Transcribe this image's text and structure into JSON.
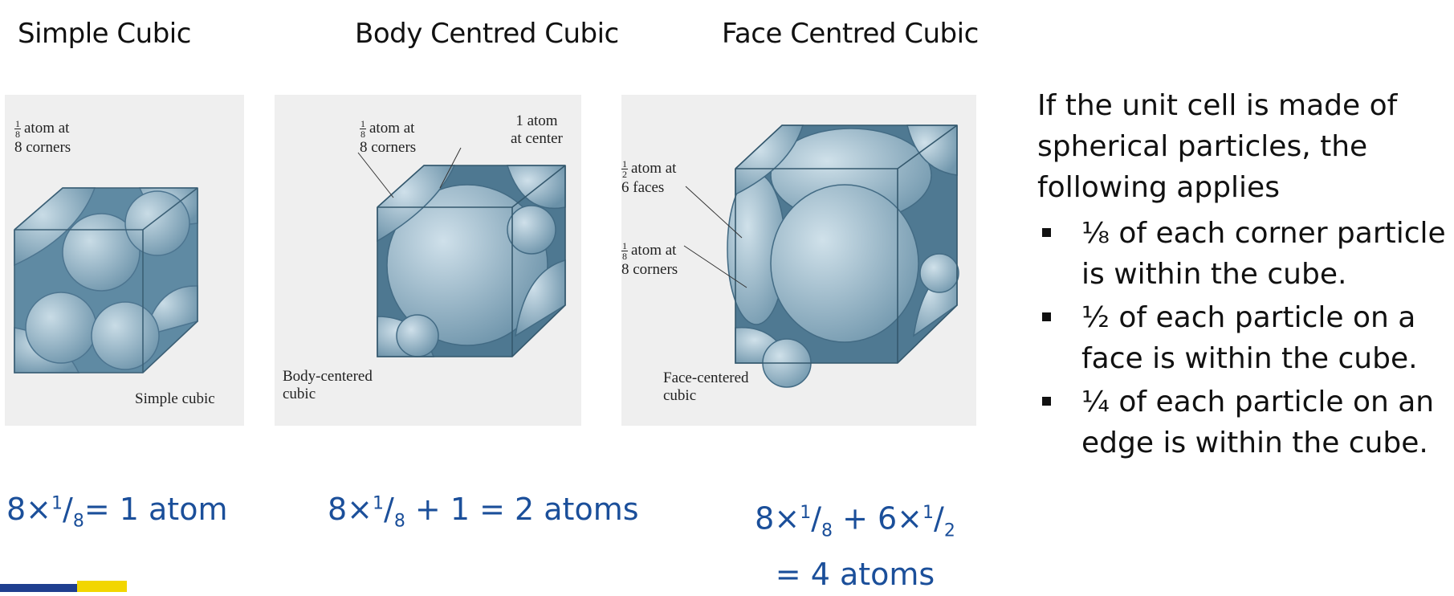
{
  "titles": {
    "simple": "Simple Cubic",
    "bcc": "Body Centred Cubic",
    "fcc": "Face Centred Cubic"
  },
  "figures": {
    "simple": {
      "corner_frac_num": "1",
      "corner_frac_den": "8",
      "corner_line1": "atom at",
      "corner_line2": "8 corners",
      "name": "Simple cubic"
    },
    "bcc": {
      "corner_frac_num": "1",
      "corner_frac_den": "8",
      "corner_line1": "atom at",
      "corner_line2": "8 corners",
      "center_line1": "1 atom",
      "center_line2": "at center",
      "name_line1": "Body-centered",
      "name_line2": "cubic"
    },
    "fcc": {
      "face_frac_num": "1",
      "face_frac_den": "2",
      "face_line1": "atom at",
      "face_line2": "6 faces",
      "corner_frac_num": "1",
      "corner_frac_den": "8",
      "corner_line1": "atom at",
      "corner_line2": "8 corners",
      "name_line1": "Face-centered",
      "name_line2": "cubic"
    }
  },
  "formulas": {
    "simple": {
      "a": "8×",
      "sup": "1",
      "slash": "/",
      "sub": "8",
      "rest": "= 1 atom"
    },
    "bcc": {
      "a": "8×",
      "sup": "1",
      "slash": "/",
      "sub": "8",
      "rest": " + 1 = 2 atoms"
    },
    "fcc": {
      "a": "8×",
      "sup1": "1",
      "slash1": "/",
      "sub1": "8",
      "mid": " + 6×",
      "sup2": "1",
      "slash2": "/",
      "sub2": "2",
      "line2": "= 4 atoms"
    }
  },
  "side": {
    "intro": "If the unit cell is made of spherical particles, the following applies",
    "bullets": [
      "⅛ of each corner particle is within the cube.",
      "½ of each particle on a face is within the cube.",
      "¼ of each particle on an edge is within the cube."
    ]
  },
  "colors": {
    "formula": "#1b4f9a",
    "sphere": "#8fb2c6",
    "logo_blue": "#1f3f8f",
    "logo_yellow": "#f2d600"
  }
}
